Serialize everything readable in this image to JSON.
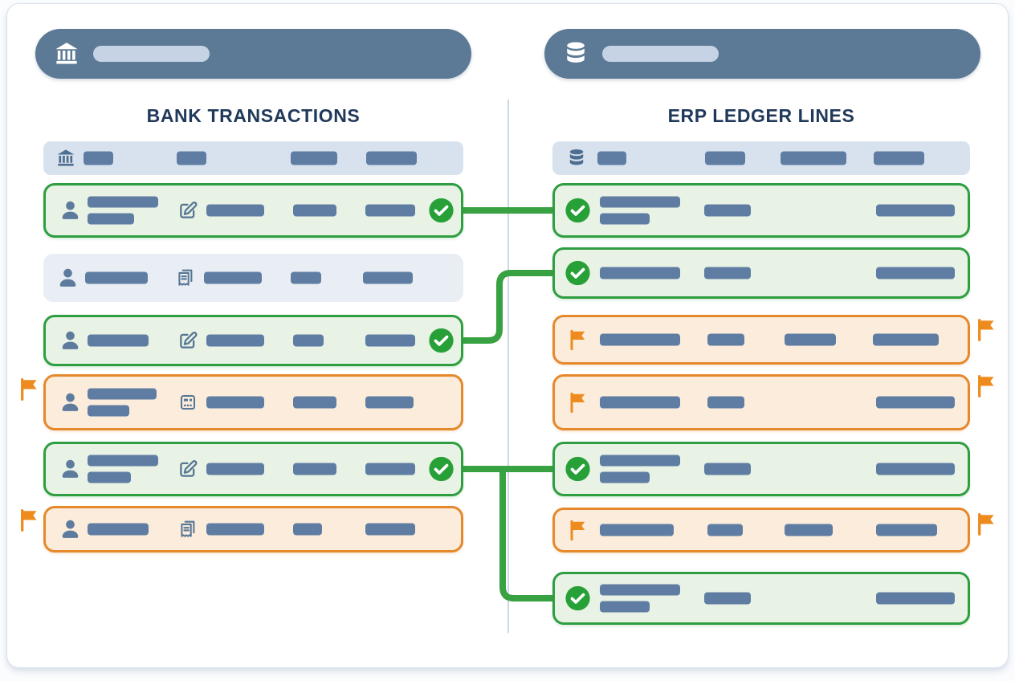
{
  "source_pills": {
    "bank": {
      "icon": "bank-icon",
      "label_placeholder": true
    },
    "erp": {
      "icon": "database-icon",
      "label_placeholder": true
    }
  },
  "columns": {
    "bank": {
      "title": "BANK TRANSACTIONS",
      "header": {
        "icon": "bank-icon",
        "placeholder_columns": 4
      },
      "rows": [
        {
          "id": "bank-1",
          "status": "matched",
          "leading_icon": "person-icon",
          "doc_icon": "edit-icon",
          "name_lines": 2,
          "status_icon": "check-circle-icon"
        },
        {
          "id": "bank-2",
          "status": "unmatched",
          "leading_icon": "person-icon",
          "doc_icon": "receipt-icon",
          "name_lines": 1,
          "status_icon": null
        },
        {
          "id": "bank-3",
          "status": "matched",
          "leading_icon": "person-icon",
          "doc_icon": "edit-icon",
          "name_lines": 1,
          "status_icon": "check-circle-icon"
        },
        {
          "id": "bank-4",
          "status": "flagged",
          "leading_icon": "person-icon",
          "doc_icon": "invoice-icon",
          "name_lines": 2,
          "status_icon": "flag-icon",
          "flag_position": "outside-left"
        },
        {
          "id": "bank-5",
          "status": "matched",
          "leading_icon": "person-icon",
          "doc_icon": "edit-icon",
          "name_lines": 2,
          "status_icon": "check-circle-icon"
        },
        {
          "id": "bank-6",
          "status": "flagged",
          "leading_icon": "person-icon",
          "doc_icon": "receipt-icon",
          "name_lines": 1,
          "status_icon": "flag-icon",
          "flag_position": "outside-left"
        }
      ]
    },
    "erp": {
      "title": "ERP LEDGER LINES",
      "header": {
        "icon": "database-icon",
        "placeholder_columns": 4
      },
      "rows": [
        {
          "id": "erp-1",
          "status": "matched",
          "status_icon": "check-circle-icon",
          "name_lines": 2
        },
        {
          "id": "erp-2",
          "status": "matched",
          "status_icon": "check-circle-icon",
          "name_lines": 1
        },
        {
          "id": "erp-3",
          "status": "flagged",
          "status_icon": "flag-icon",
          "name_lines": 1,
          "flag_position": "inside-left-and-outside-right"
        },
        {
          "id": "erp-4",
          "status": "flagged",
          "status_icon": "flag-icon",
          "name_lines": 1,
          "flag_position": "inside-left-and-outside-right"
        },
        {
          "id": "erp-5",
          "status": "matched",
          "status_icon": "check-circle-icon",
          "name_lines": 2
        },
        {
          "id": "erp-6",
          "status": "flagged",
          "status_icon": "flag-icon",
          "name_lines": 1,
          "flag_position": "inside-left-and-outside-right"
        },
        {
          "id": "erp-7",
          "status": "matched",
          "status_icon": "check-circle-icon",
          "name_lines": 2
        }
      ]
    }
  },
  "connections": [
    {
      "from": "bank-1",
      "to": "erp-1"
    },
    {
      "from": "bank-3",
      "to": "erp-2"
    },
    {
      "from": "bank-5",
      "to": "erp-5"
    },
    {
      "from": "bank-5",
      "to": "erp-7"
    }
  ],
  "colors": {
    "matched_border": "#2f9e41",
    "matched_fill": "#e8f2e5",
    "flagged_border": "#e5892c",
    "flagged_fill": "#fbecdc",
    "unmatched_fill": "#e9edf4",
    "connector": "#38a142",
    "check_badge": "#28a038",
    "flag": "#ee8b1f",
    "placeholder_bar": "#5f7da2",
    "header_fill": "#d8e2ee",
    "source_pill": "#5c7996",
    "pill_placeholder": "#c5d3e4",
    "title_text": "#20395a",
    "divider": "#cbd7e3",
    "card_bg": "#ffffff",
    "page_bg": "#fbfcfe"
  }
}
